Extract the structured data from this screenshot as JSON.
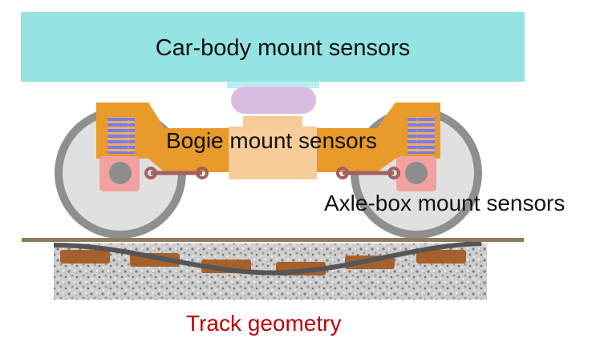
{
  "labels": {
    "car_body": "Car-body mount sensors",
    "bogie": "Bogie mount sensors",
    "axle_box": "Axle-box mount sensors",
    "track": "Track geometry"
  },
  "colors": {
    "car_body": "#96e3e3",
    "bogie_frame": "#e89a2b",
    "bolster": "#f6cc98",
    "spring": "#7777e6",
    "axle_box": "#f3a0a0",
    "wheel": "#e0e0e0",
    "wheel_rim": "#8f8f8f",
    "air_spring": "#d9bde0",
    "sleeper": "#a5612b",
    "rail": "#8d7b5c",
    "ballast": "#c9c9c9",
    "track_text": "#c00000"
  }
}
